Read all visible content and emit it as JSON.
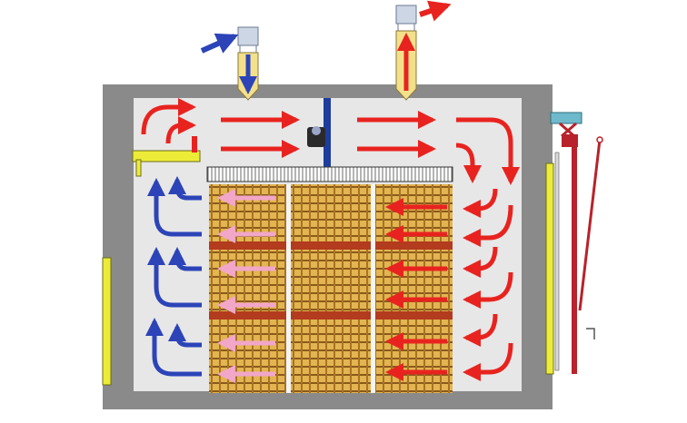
{
  "diagram": {
    "type": "airflow-schematic",
    "colors": {
      "background": "#ffffff",
      "wall": "#8a8a8a",
      "chamber": "#e7e7e7",
      "hot_air": "#e8231f",
      "cold_air": "#2c44b8",
      "heated_stack_air": "#f2a6c8",
      "duct": "#f3e08a",
      "duct_cap": "#cdd6e4",
      "rack_light": "#e2b550",
      "rack_dark": "#8a5a1c",
      "rack_band": "#b33b1e",
      "door_yellow": "#ecec38",
      "hanger_red": "#b8222a",
      "hanger_cap": "#6fb9cc",
      "fan_blue": "#1d3d9e"
    },
    "ducts": [
      {
        "name": "inlet-duct",
        "flow": "in",
        "arrow_color": "cold_air"
      },
      {
        "name": "exhaust-duct",
        "flow": "out",
        "arrow_color": "hot_air"
      }
    ],
    "fan": {
      "name": "circulation-fan"
    },
    "stacks": [
      {
        "name": "left-stack",
        "arrow_color": "heated_stack_air",
        "direction": "left"
      },
      {
        "name": "middle-stack"
      },
      {
        "name": "right-stack",
        "arrow_color": "hot_air",
        "direction": "left"
      }
    ],
    "flow_paths": [
      {
        "name": "top-circulation",
        "color": "hot_air",
        "direction": "right"
      },
      {
        "name": "right-downflow",
        "color": "hot_air",
        "direction": "down-then-left"
      },
      {
        "name": "left-return",
        "color": "cold_air",
        "direction": "right-then-up"
      }
    ]
  }
}
